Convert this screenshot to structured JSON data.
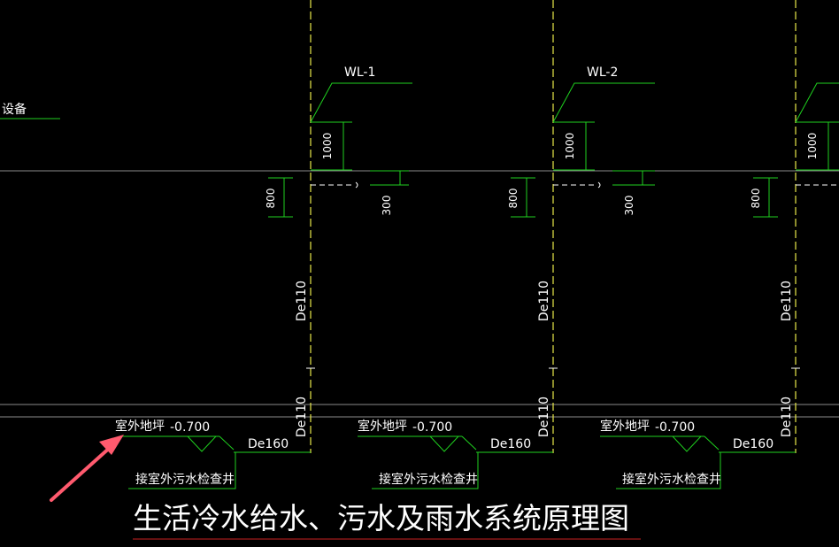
{
  "colors": {
    "background": "#000000",
    "riser": "#e8e84a",
    "green": "#1fd11f",
    "text": "#ffffff",
    "gray_line": "#8a8a8a",
    "title_underline": "#cc2222",
    "arrow": "#ff5a6e"
  },
  "equipment_label": "设备",
  "title": "生活冷水给水、污水及雨水系统原理图",
  "columns": [
    {
      "tag": "WL-1",
      "dim_1000": "1000",
      "dim_800": "800",
      "dim_300": "300",
      "pipe_upper": "De110",
      "pipe_lower": "De110",
      "ground_label": "室外地坪",
      "ground_elev": "-0.700",
      "outlet_size": "De160",
      "manhole_label": "接室外污水检查井"
    },
    {
      "tag": "WL-2",
      "dim_1000": "1000",
      "dim_800": "800",
      "dim_300": "300",
      "pipe_upper": "De110",
      "pipe_lower": "De110",
      "ground_label": "室外地坪",
      "ground_elev": "-0.700",
      "outlet_size": "De160",
      "manhole_label": "接室外污水检查井"
    },
    {
      "tag": "",
      "dim_1000": "1000",
      "dim_800": "800",
      "dim_300": "",
      "pipe_upper": "De110",
      "pipe_lower": "De110",
      "ground_label": "室外地坪",
      "ground_elev": "-0.700",
      "outlet_size": "De160",
      "manhole_label": "接室外污水检查井"
    }
  ]
}
